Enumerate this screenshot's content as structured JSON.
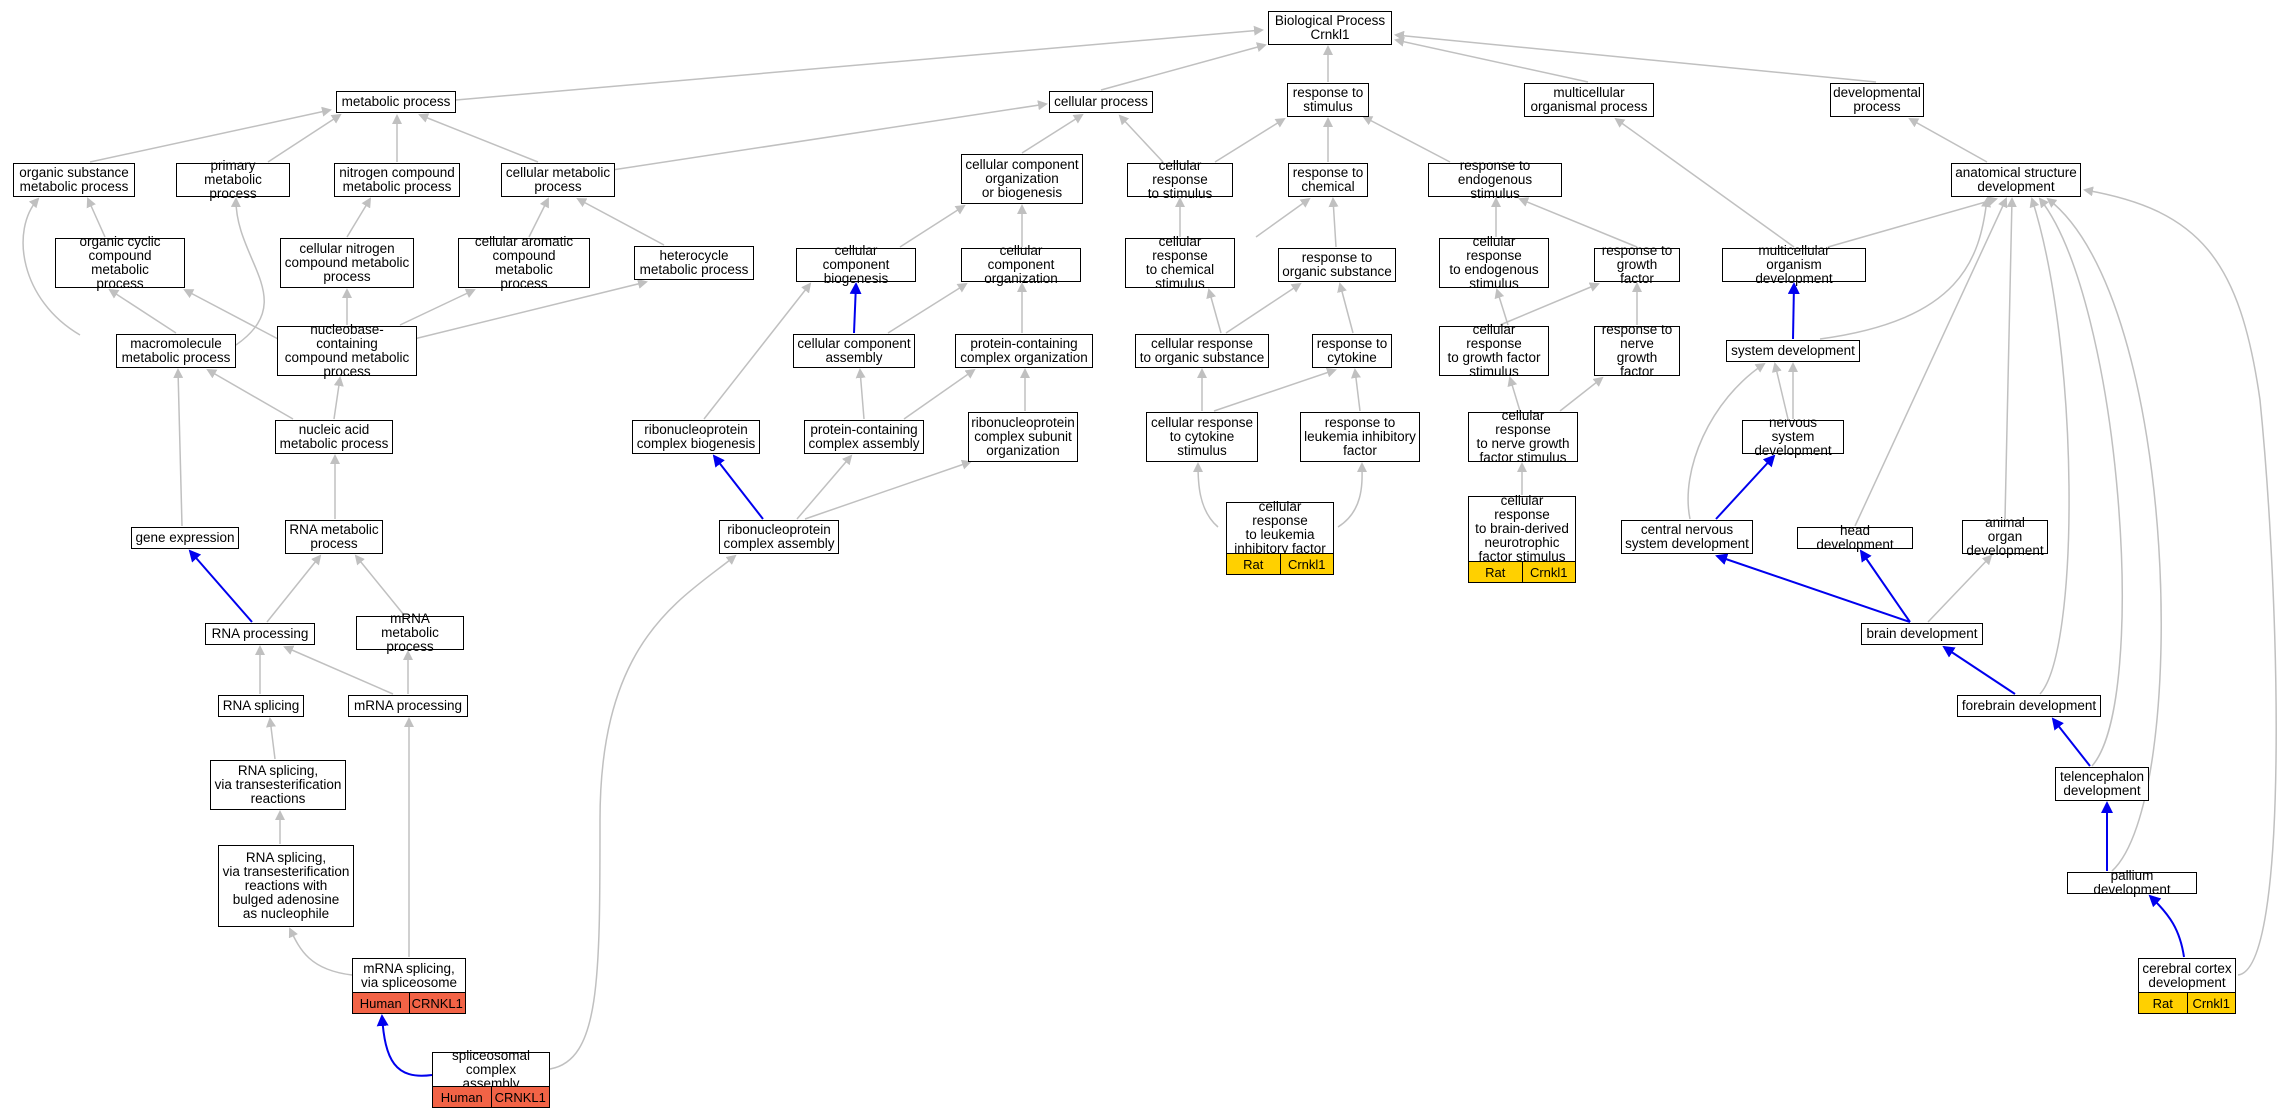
{
  "colors": {
    "edge_is_a": "#c0c0c0",
    "edge_highlight": "#0000ee",
    "human_annotation": "#f26346",
    "rat_annotation": "#ffd000"
  },
  "nodes": {
    "root": "Biological Process\nCrnkl1",
    "metabolic_process": "metabolic process",
    "cellular_process": "cellular process",
    "response_to_stimulus": "response to\nstimulus",
    "multicellular_organismal_process": "multicellular\norganismal process",
    "developmental_process": "developmental\nprocess",
    "organic_substance_metabolic_process": "organic substance\nmetabolic process",
    "primary_metabolic_process": "primary metabolic\nprocess",
    "nitrogen_compound_metabolic_process": "nitrogen compound\nmetabolic process",
    "cellular_metabolic_process": "cellular metabolic\nprocess",
    "cellular_component_organization_or_biogenesis": "cellular component\norganization\nor biogenesis",
    "cellular_response_to_stimulus": "cellular response\nto stimulus",
    "response_to_chemical": "response to\nchemical",
    "response_to_endogenous_stimulus": "response to\nendogenous stimulus",
    "anatomical_structure_development": "anatomical structure\ndevelopment",
    "organic_cyclic_compound_metabolic_process": "organic cyclic\ncompound metabolic\nprocess",
    "cellular_nitrogen_compound_metabolic_process": "cellular nitrogen\ncompound metabolic\nprocess",
    "cellular_aromatic_compound_metabolic_process": "cellular aromatic\ncompound metabolic\nprocess",
    "heterocycle_metabolic_process": "heterocycle\nmetabolic process",
    "cellular_component_biogenesis": "cellular component\nbiogenesis",
    "cellular_component_organization": "cellular component\norganization",
    "cellular_response_to_chemical_stimulus": "cellular response\nto chemical\nstimulus",
    "response_to_organic_substance": "response to\norganic substance",
    "cellular_response_to_endogenous_stimulus": "cellular response\nto endogenous\nstimulus",
    "response_to_growth_factor": "response to\ngrowth factor",
    "multicellular_organism_development": "multicellular\norganism development",
    "macromolecule_metabolic_process": "macromolecule\nmetabolic process",
    "nucleobase_containing_compound_metabolic_process": "nucleobase-containing\ncompound metabolic\nprocess",
    "cellular_component_assembly": "cellular component\nassembly",
    "protein_containing_complex_organization": "protein-containing\ncomplex organization",
    "cellular_response_to_organic_substance": "cellular response\nto organic substance",
    "response_to_cytokine": "response to\ncytokine",
    "cellular_response_to_growth_factor_stimulus": "cellular response\nto growth factor\nstimulus",
    "response_to_nerve_growth_factor": "response to\nnerve growth\nfactor",
    "system_development": "system development",
    "nucleic_acid_metabolic_process": "nucleic acid\nmetabolic process",
    "ribonucleoprotein_complex_biogenesis": "ribonucleoprotein\ncomplex biogenesis",
    "protein_containing_complex_assembly": "protein-containing\ncomplex assembly",
    "ribonucleoprotein_complex_subunit_organization": "ribonucleoprotein\ncomplex subunit\norganization",
    "cellular_response_to_cytokine_stimulus": "cellular response\nto cytokine\nstimulus",
    "response_to_leukemia_inhibitory_factor": "response to\nleukemia inhibitory\nfactor",
    "cellular_response_to_nerve_growth_factor_stimulus": "cellular response\nto nerve growth\nfactor stimulus",
    "nervous_system_development": "nervous system\ndevelopment",
    "gene_expression": "gene expression",
    "rna_metabolic_process": "RNA metabolic\nprocess",
    "ribonucleoprotein_complex_assembly": "ribonucleoprotein\ncomplex assembly",
    "cellular_response_to_leukemia_inhibitory_factor": "cellular response\nto leukemia\ninhibitory factor",
    "cellular_response_to_brain_derived_neurotrophic_factor_stimulus": "cellular response\nto brain-derived\nneurotrophic\nfactor stimulus",
    "central_nervous_system_development": "central nervous\nsystem development",
    "head_development": "head development",
    "animal_organ_development": "animal organ\ndevelopment",
    "rna_processing": "RNA processing",
    "mrna_metabolic_process": "mRNA metabolic\nprocess",
    "brain_development": "brain development",
    "rna_splicing": "RNA splicing",
    "mrna_processing": "mRNA processing",
    "forebrain_development": "forebrain development",
    "rna_splicing_via_transesterification_reactions": "RNA splicing,\nvia transesterification\nreactions",
    "telencephalon_development": "telencephalon\ndevelopment",
    "rna_splicing_bulged_adenosine": "RNA splicing,\nvia transesterification\nreactions with\nbulged adenosine\nas nucleophile",
    "pallium_development": "pallium development",
    "mrna_splicing_via_spliceosome": "mRNA splicing,\nvia spliceosome",
    "cerebral_cortex_development": "cerebral cortex\ndevelopment",
    "spliceosomal_complex_assembly": "spliceosomal\ncomplex assembly"
  },
  "annotations": {
    "cellular_response_to_leukemia_inhibitory_factor": {
      "species": "Rat",
      "gene": "Crnkl1"
    },
    "cellular_response_to_brain_derived_neurotrophic_factor_stimulus": {
      "species": "Rat",
      "gene": "Crnkl1"
    },
    "mrna_splicing_via_spliceosome": {
      "species": "Human",
      "gene": "CRNKL1"
    },
    "cerebral_cortex_development": {
      "species": "Rat",
      "gene": "Crnkl1"
    },
    "spliceosomal_complex_assembly": {
      "species": "Human",
      "gene": "CRNKL1"
    }
  }
}
